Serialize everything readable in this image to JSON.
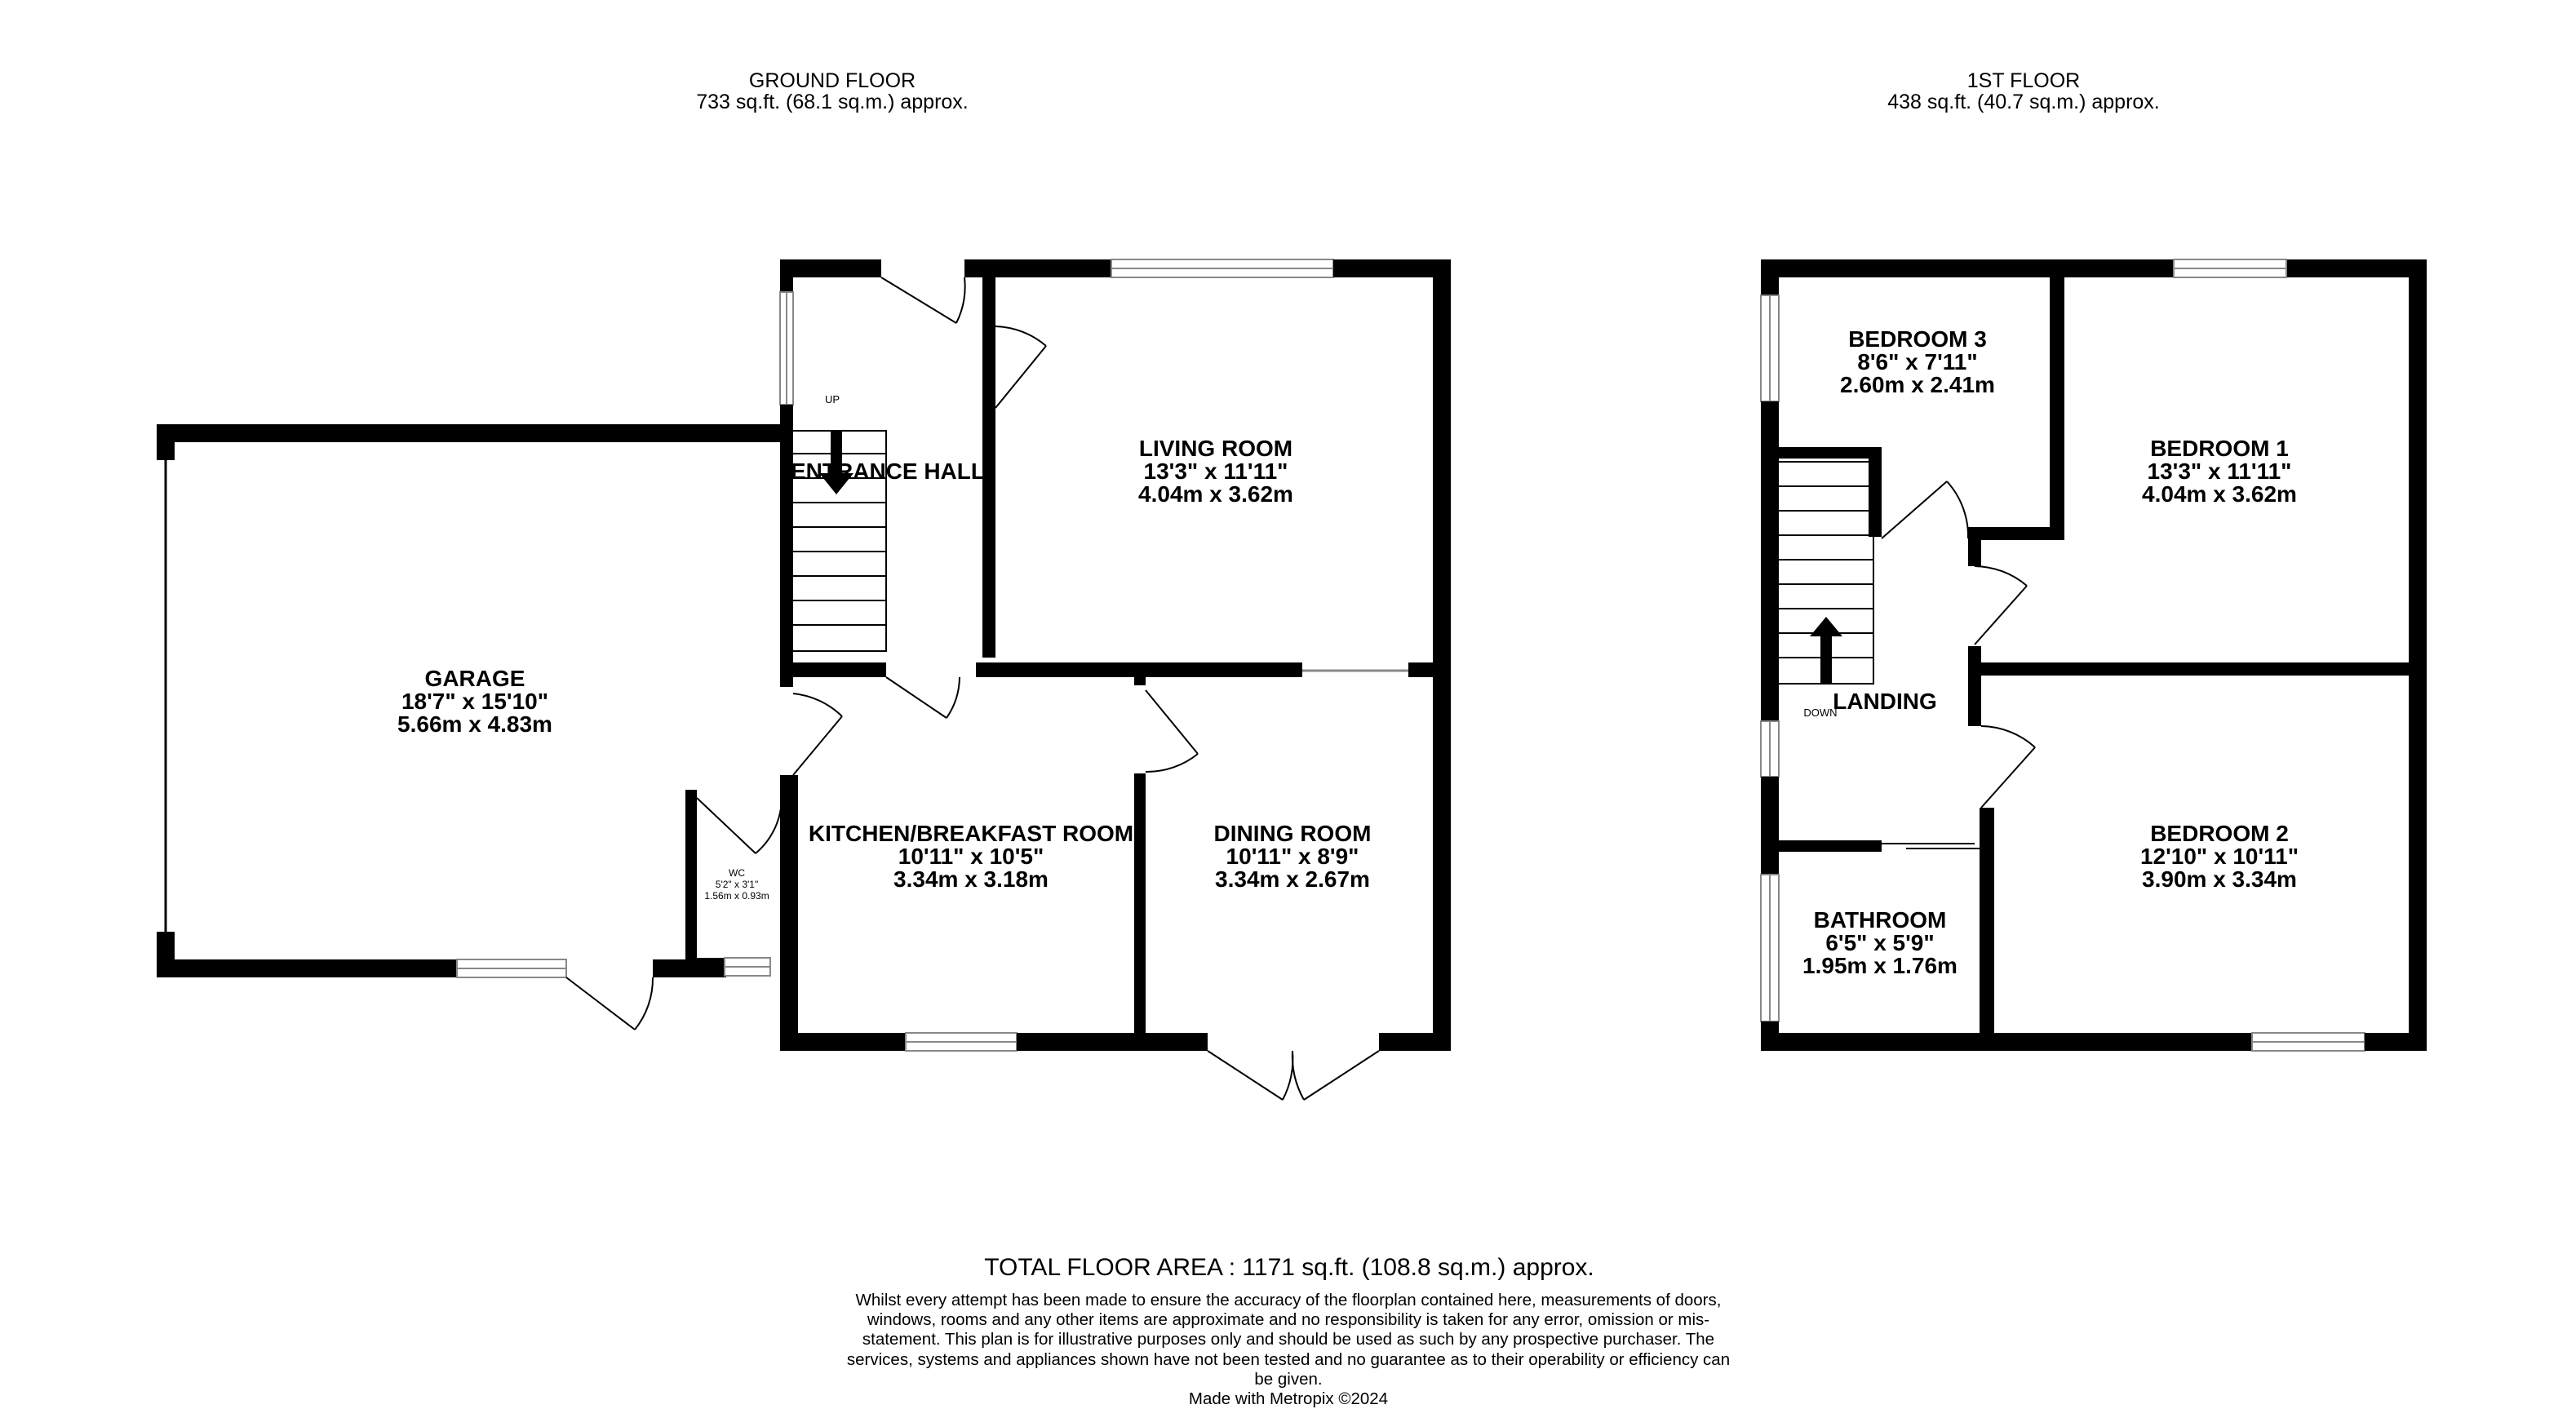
{
  "floors": [
    {
      "name": "GROUND FLOOR",
      "area": "733 sq.ft. (68.1 sq.m.) approx."
    },
    {
      "name": "1ST FLOOR",
      "area": "438 sq.ft. (40.7 sq.m.) approx."
    }
  ],
  "rooms": {
    "garage": {
      "name": "GARAGE",
      "imperial": "18'7\"  x 15'10\"",
      "metric": "5.66m  x 4.83m"
    },
    "entrance_hall": {
      "name": "ENTRANCE HALL"
    },
    "living_room": {
      "name": "LIVING ROOM",
      "imperial": "13'3\"  x 11'11\"",
      "metric": "4.04m  x 3.62m"
    },
    "kitchen": {
      "name": "KITCHEN/BREAKFAST ROOM",
      "imperial": "10'11\"  x 10'5\"",
      "metric": "3.34m  x 3.18m"
    },
    "dining_room": {
      "name": "DINING ROOM",
      "imperial": "10'11\"  x 8'9\"",
      "metric": "3.34m  x 2.67m"
    },
    "wc": {
      "name": "WC",
      "imperial": "5'2\"  x 3'1\"",
      "metric": "1.56m  x 0.93m"
    },
    "bedroom3": {
      "name": "BEDROOM 3",
      "imperial": "8'6\"  x 7'11\"",
      "metric": "2.60m  x 2.41m"
    },
    "bedroom1": {
      "name": "BEDROOM 1",
      "imperial": "13'3\"  x 11'11\"",
      "metric": "4.04m  x 3.62m"
    },
    "landing": {
      "name": "LANDING"
    },
    "bedroom2": {
      "name": "BEDROOM 2",
      "imperial": "12'10\"  x 10'11\"",
      "metric": "3.90m  x 3.34m"
    },
    "bathroom": {
      "name": "BATHROOM",
      "imperial": "6'5\"  x 5'9\"",
      "metric": "1.95m  x 1.76m"
    }
  },
  "stairs": {
    "up": "UP",
    "down": "DOWN"
  },
  "total_area": "TOTAL FLOOR AREA : 1171 sq.ft. (108.8 sq.m.) approx.",
  "disclaimer": "Whilst every attempt has been made to ensure the accuracy of the floorplan contained here, measurements of doors, windows, rooms and any other items are approximate and no responsibility is taken for any error, omission or mis-statement. This plan is for illustrative purposes only and should be used as such by any prospective purchaser. The services, systems and appliances shown have not been tested and no guarantee as to their operability or efficiency can be given.",
  "credit": "Made with Metropix ©2024",
  "colors": {
    "wall": "#000000",
    "window": "#888888",
    "background": "#ffffff"
  }
}
